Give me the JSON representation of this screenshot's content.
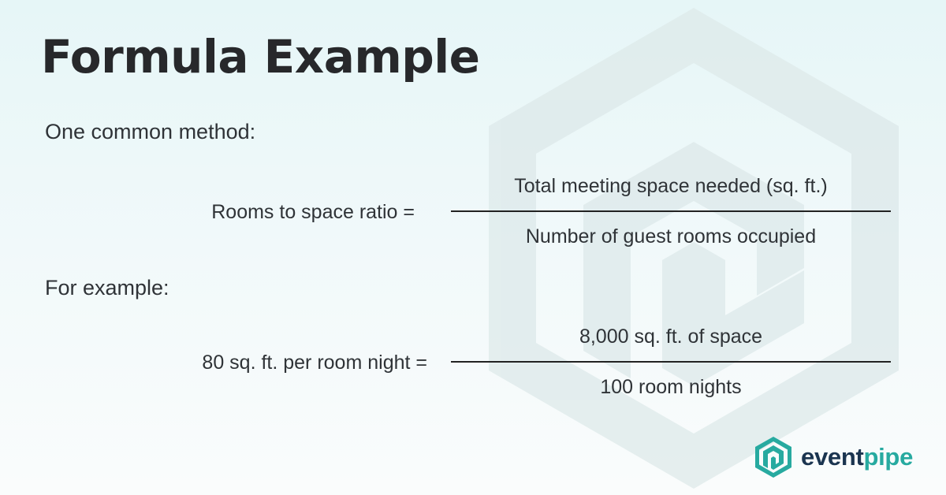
{
  "title": "Formula Example",
  "intro_label": "One common method:",
  "formula": {
    "left": "Rooms to space ratio =",
    "numerator": "Total meeting space needed (sq. ft.)",
    "denominator": "Number of guest rooms occupied"
  },
  "example_label": "For example:",
  "example": {
    "left": "80 sq. ft. per room night =",
    "numerator": "8,000 sq. ft. of space",
    "denominator": "100 room nights"
  },
  "brand": {
    "name_part1": "event",
    "name_part2": "pipe",
    "icon": "eventpipe-hexagon-logo-icon",
    "colors": {
      "teal": "#27aaa0",
      "navy": "#1b3550"
    }
  }
}
